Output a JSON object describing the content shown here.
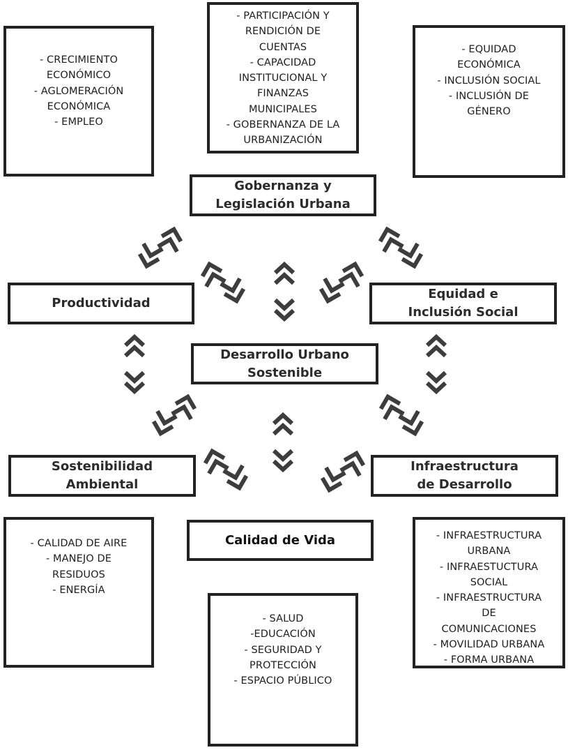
{
  "diagram": {
    "center": {
      "name": "Desarrollo Urbano Sostenible",
      "lines": [
        "Desarrollo Urbano",
        "Sostenible"
      ]
    },
    "pillars": {
      "gobernanza": {
        "lines": [
          "Gobernanza y",
          "Legislación Urbana"
        ]
      },
      "productividad": {
        "lines": [
          "Productividad"
        ]
      },
      "equidad": {
        "lines": [
          "Equidad e",
          "Inclusión Social"
        ]
      },
      "sostenibilidad": {
        "lines": [
          "Sostenibilidad",
          "Ambiental"
        ]
      },
      "infraestructura": {
        "lines": [
          "Infraestructura",
          "de Desarrollo"
        ]
      },
      "calidad": {
        "lines": [
          "Calidad de Vida"
        ]
      }
    },
    "details": {
      "productividad": {
        "lines": [
          "- CRECIMIENTO",
          "ECONÓMICO",
          "- AGLOMERACIÓN",
          "ECONÓMICA",
          "- EMPLEO"
        ]
      },
      "gobernanza": {
        "lines": [
          "- PARTICIPACIÓN Y",
          "RENDICIÓN DE",
          "CUENTAS",
          "- CAPACIDAD",
          "INSTITUCIONAL Y",
          "FINANZAS",
          "MUNICIPALES",
          "- GOBERNANZA DE LA",
          "URBANIZACIÓN"
        ]
      },
      "equidad": {
        "lines": [
          "- EQUIDAD",
          "ECONÓMICA",
          "- INCLUSIÓN SOCIAL",
          "- INCLUSIÓN DE",
          "GÉNERO"
        ]
      },
      "sostenibilidad": {
        "lines": [
          "- CALIDAD DE AIRE",
          "- MANEJO DE",
          "RESIDUOS",
          "- ENERGÍA"
        ]
      },
      "calidad": {
        "lines": [
          "- SALUD",
          "-EDUCACIÓN",
          "- SEGURIDAD Y",
          "PROTECCIÓN",
          "- ESPACIO PÚBLICO"
        ]
      },
      "infraestructura": {
        "lines": [
          "- INFRAESTRUCTURA",
          "URBANA",
          "- INFRAESTUCTURA",
          "SOCIAL",
          "- INFRAESTRUCTURA",
          "DE",
          "COMUNICACIONES",
          "- MOVILIDAD URBANA",
          "- FORMA URBANA"
        ]
      }
    },
    "connectors": [
      {
        "name": "arrow-productividad-gobernanza",
        "icon": "bidirectional-double-chevron-icon",
        "direction": "diagonal-ne"
      },
      {
        "name": "arrow-gobernanza-equidad",
        "icon": "bidirectional-double-chevron-icon",
        "direction": "diagonal-se"
      },
      {
        "name": "arrow-productividad-center",
        "icon": "bidirectional-double-chevron-icon",
        "direction": "diagonal-se"
      },
      {
        "name": "arrow-gobernanza-center",
        "icon": "bidirectional-double-chevron-icon",
        "direction": "vertical"
      },
      {
        "name": "arrow-equidad-center",
        "icon": "bidirectional-double-chevron-icon",
        "direction": "diagonal-ne"
      },
      {
        "name": "arrow-productividad-sostenibilidad",
        "icon": "bidirectional-double-chevron-icon",
        "direction": "vertical"
      },
      {
        "name": "arrow-equidad-infraestructura",
        "icon": "bidirectional-double-chevron-icon",
        "direction": "vertical"
      },
      {
        "name": "arrow-sostenibilidad-center",
        "icon": "bidirectional-double-chevron-icon",
        "direction": "diagonal-ne"
      },
      {
        "name": "arrow-infraestructura-center",
        "icon": "bidirectional-double-chevron-icon",
        "direction": "diagonal-se"
      },
      {
        "name": "arrow-calidad-center",
        "icon": "bidirectional-double-chevron-icon",
        "direction": "vertical"
      },
      {
        "name": "arrow-sostenibilidad-calidad",
        "icon": "bidirectional-double-chevron-icon",
        "direction": "diagonal-se"
      },
      {
        "name": "arrow-calidad-infraestructura",
        "icon": "bidirectional-double-chevron-icon",
        "direction": "diagonal-ne"
      }
    ],
    "colors": {
      "border": "#222222",
      "arrow": "#3d3d3d",
      "text": "#1e1e1e",
      "title_text": "#2b2b2b"
    }
  }
}
